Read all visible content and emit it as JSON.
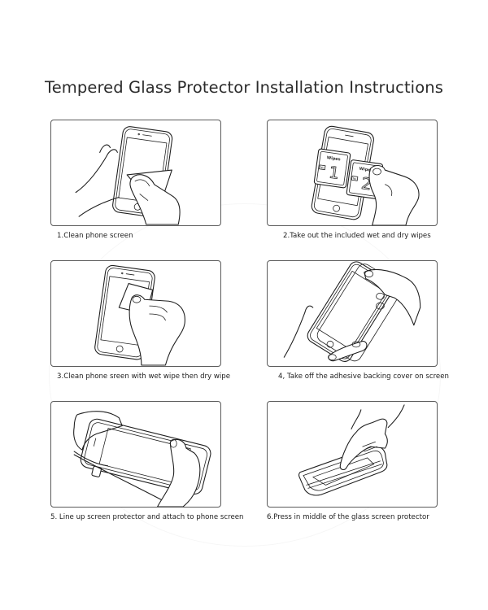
{
  "page": {
    "title": "Tempered Glass Protector Installation Instructions"
  },
  "steps": [
    {
      "number": "1",
      "caption": "1.Clean phone screen",
      "illustration": "hands-wiping-phone-with-cloth"
    },
    {
      "number": "2",
      "caption": "2.Take out the included wet and dry wipes",
      "illustration": "wipes-packets-over-phone",
      "packets": [
        {
          "label": "Wipes",
          "tag": "No",
          "digit": "1"
        },
        {
          "label": "Wipes",
          "tag": "No",
          "digit": "2"
        }
      ]
    },
    {
      "number": "3",
      "caption": "3.Clean phone sreen with wet wipe then dry wipe",
      "illustration": "hand-wiping-phone-with-wipe"
    },
    {
      "number": "4",
      "caption": "4, Take off the adhesive backing cover on screen",
      "illustration": "peeling-backing-film"
    },
    {
      "number": "5",
      "caption": "5. Line up screen protector and attach to phone screen",
      "illustration": "aligning-protector-on-phone"
    },
    {
      "number": "6",
      "caption": "6.Press in middle of the glass screen protector",
      "illustration": "finger-pressing-protector"
    }
  ],
  "colors": {
    "border": "#5a5a5a",
    "line_art": "#1f1f1f",
    "text": "#222222",
    "background": "#ffffff"
  }
}
